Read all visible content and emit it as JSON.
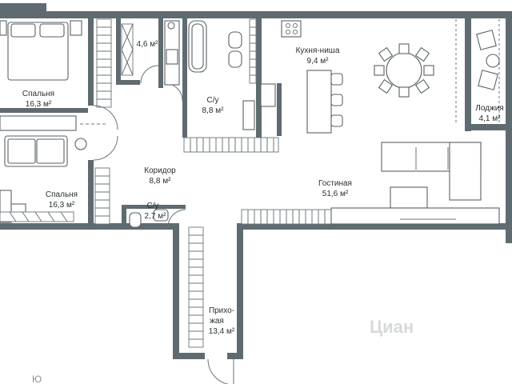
{
  "rooms": {
    "bedroom_top": {
      "name": "Спальня",
      "area": "16,3 м²"
    },
    "closet": {
      "name": "",
      "area": "4,6 м²"
    },
    "bathroom_main": {
      "name": "С/у",
      "area": "8,8 м²"
    },
    "kitchen": {
      "name": "Кухня-ниша",
      "area": "9,4 м²"
    },
    "loggia": {
      "name": "Лоджия",
      "area": "4,1 м²"
    },
    "bedroom_bottom": {
      "name": "Спальня",
      "area": "16,3 м²"
    },
    "corridor": {
      "name": "Коридор",
      "area": "8,8 м²"
    },
    "bathroom_small": {
      "name": "С/у",
      "area": "2,7 м²"
    },
    "living": {
      "name": "Гостиная",
      "area": "51,6 м²"
    },
    "hall": {
      "name_line1": "Прихо-",
      "name_line2": "жая",
      "area": "13,4 м²"
    }
  },
  "watermark": {
    "text": "Циан"
  },
  "compass": {
    "text": "Ю"
  },
  "colors": {
    "wall": "#5f6b70",
    "line": "#6a7478",
    "text": "#2a2f31"
  }
}
